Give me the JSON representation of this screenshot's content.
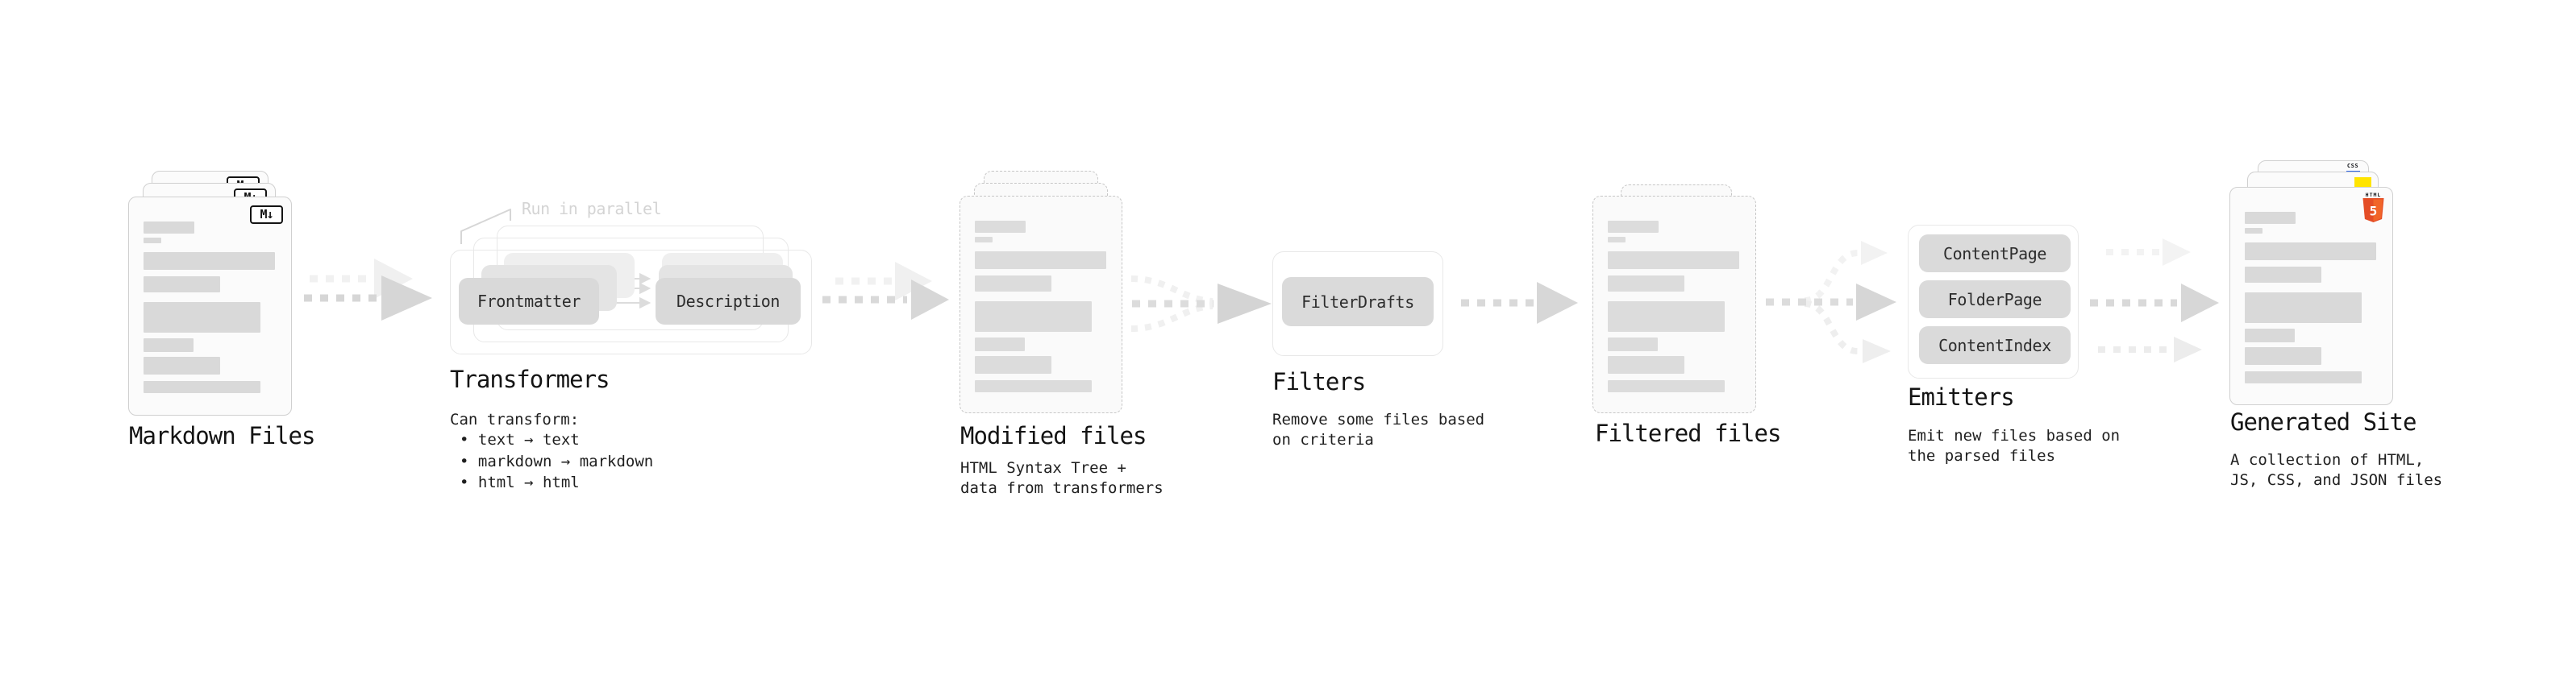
{
  "nodes": {
    "markdown_files": {
      "title": "Markdown Files"
    },
    "transformers": {
      "title": "Transformers",
      "annotation": "Run in parallel",
      "box_front": "Frontmatter",
      "box_back": "Description",
      "desc_heading": "Can transform:",
      "bullets": [
        "• text → text",
        "• markdown → markdown",
        "• html → html"
      ]
    },
    "modified_files": {
      "title": "Modified files",
      "subtitle": [
        "HTML Syntax Tree +",
        "data from transformers"
      ]
    },
    "filters": {
      "title": "Filters",
      "box": "FilterDrafts",
      "subtitle": [
        "Remove some files based",
        "on criteria"
      ]
    },
    "filtered_files": {
      "title": "Filtered files"
    },
    "emitters": {
      "title": "Emitters",
      "boxes": [
        "ContentPage",
        "FolderPage",
        "ContentIndex"
      ],
      "subtitle": [
        "Emit new files based on",
        "the parsed files"
      ]
    },
    "generated_site": {
      "title": "Generated Site",
      "subtitle": [
        "A collection of HTML,",
        "JS, CSS, and JSON files"
      ]
    }
  },
  "icons": {
    "markdown_badge": "M↓",
    "html5_wordmark": "HTML",
    "html5_numeral": "5",
    "css_wordmark": "CSS"
  },
  "colors": {
    "background": "#ffffff",
    "doc_fill": "#fbfbfb",
    "doc_border": "#d0d0d0",
    "bar_fill": "#d9d9d9",
    "box_fill": "#d9d9d9",
    "shell_outline": "#e8e8e8",
    "arrow_main": "#d9d9d9",
    "arrow_faint": "#f1f1f1",
    "annotation_text": "#d4d4d4",
    "title_text": "#141414",
    "html5_orange": "#e44d26",
    "js_yellow": "#ffe400",
    "css_blue": "#2b65e8"
  }
}
